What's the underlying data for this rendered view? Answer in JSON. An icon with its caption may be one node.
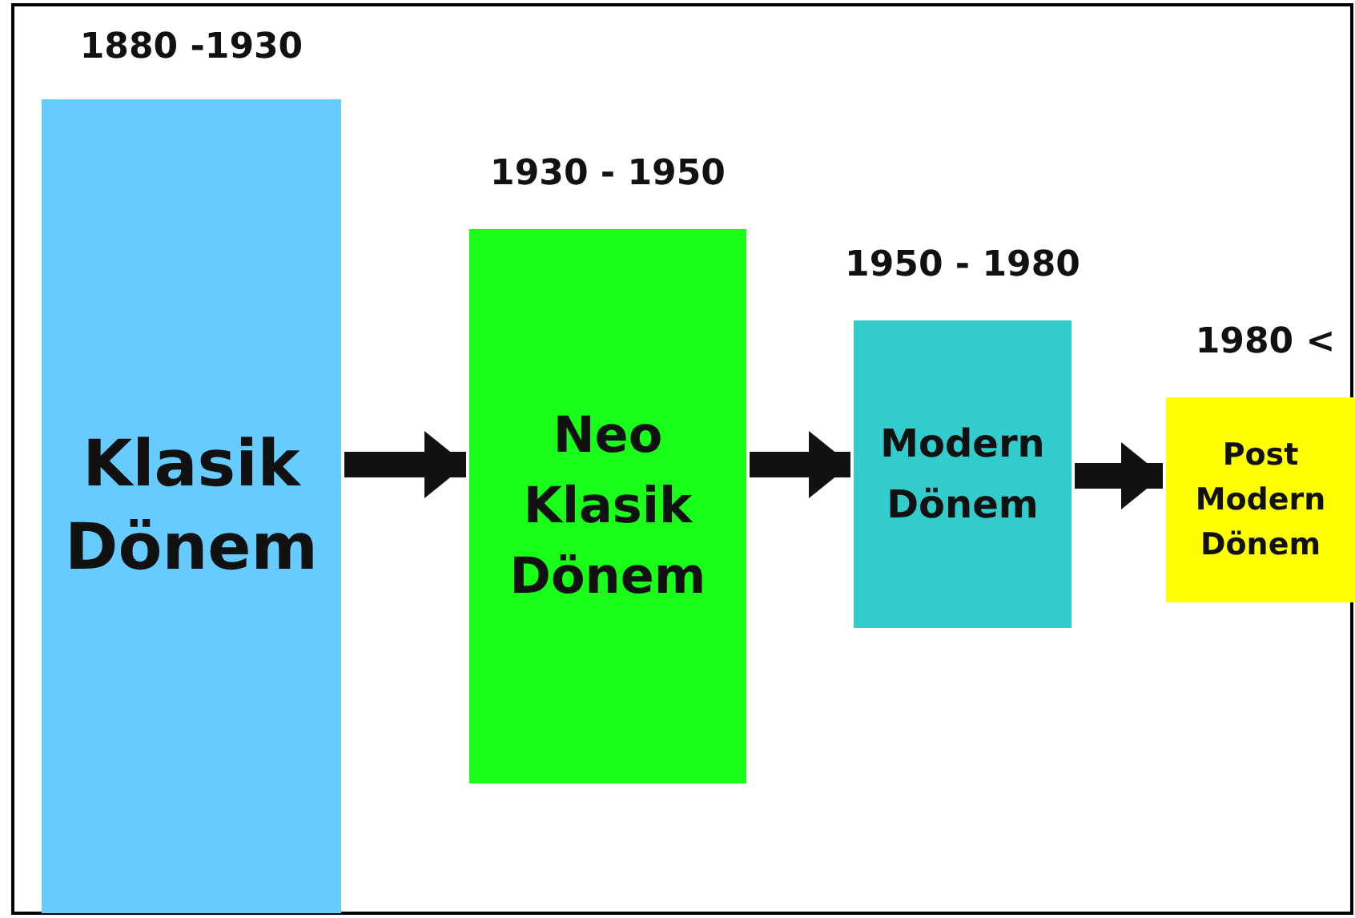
{
  "diagram": {
    "nodes": [
      {
        "text": [
          "Klasik Dönem"
        ],
        "beside": [
          "1880 -1930"
        ]
      },
      {
        "text": [
          "Neo Klasik Dönem"
        ],
        "beside": [
          "1930 - 1950"
        ]
      },
      {
        "text": [
          "Modern Dönem"
        ],
        "beside": [
          "1950 - 1980"
        ]
      },
      {
        "text": [
          "Post Modern Dönem"
        ],
        "beside": [
          "1980 <"
        ]
      }
    ],
    "edges": [
      {
        "from": 0,
        "to": 1,
        "arrow": "to"
      },
      {
        "from": 1,
        "to": 2,
        "arrow": "to"
      },
      {
        "from": 2,
        "to": 3,
        "arrow": "to"
      }
    ]
  }
}
